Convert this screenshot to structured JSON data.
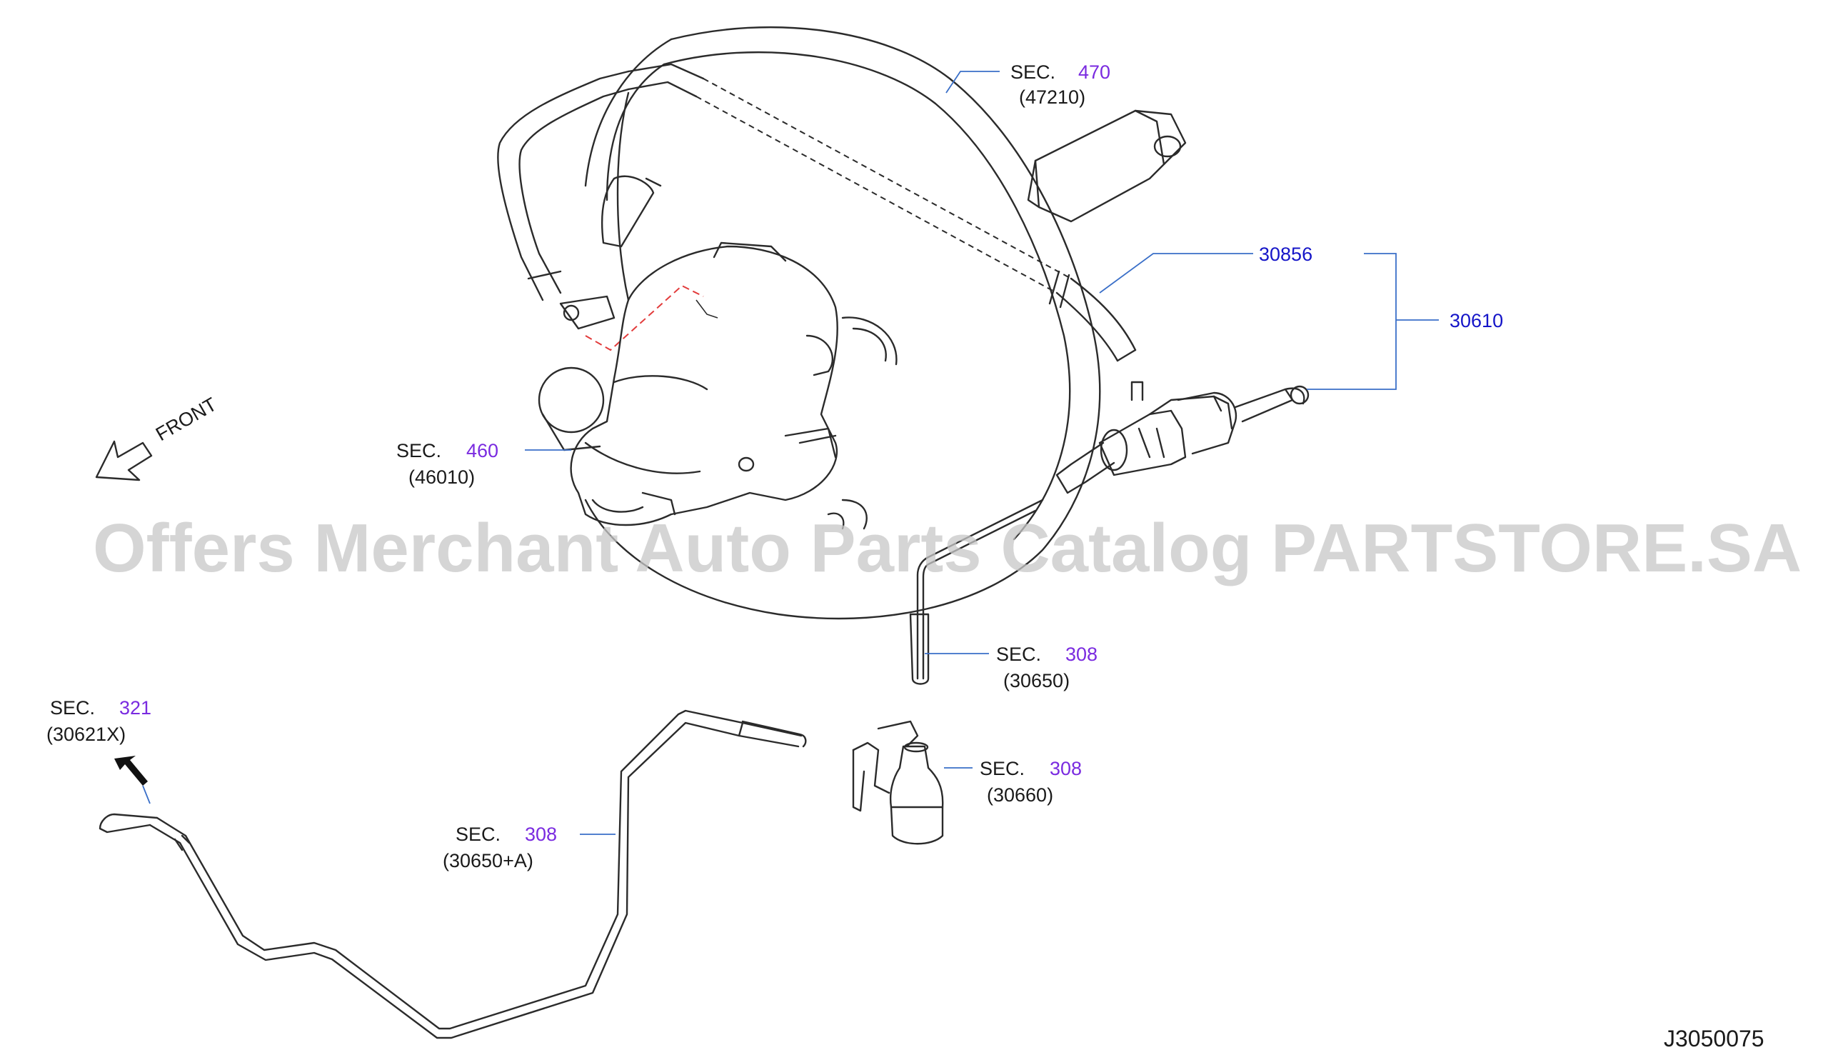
{
  "watermark": "Offers Merchant Auto Parts Catalog PARTSTORE.SA",
  "diagram_id": "J3050075",
  "front": "FRONT",
  "callouts": {
    "sec470": {
      "sec": "SEC.",
      "num": "470",
      "ref": "(47210)"
    },
    "sec460": {
      "sec": "SEC.",
      "num": "460",
      "ref": "(46010)"
    },
    "sec308a": {
      "sec": "SEC.",
      "num": "308",
      "ref": "(30650)"
    },
    "sec308b": {
      "sec": "SEC.",
      "num": "308",
      "ref": "(30660)"
    },
    "sec308c": {
      "sec": "SEC.",
      "num": "308",
      "ref": "(30650+A)"
    },
    "sec321": {
      "sec": "SEC.",
      "num": "321",
      "ref": "(30621X)"
    }
  },
  "parts": {
    "p30856": "30856",
    "p30610": "30610"
  },
  "colors": {
    "line": "#2b2b2b",
    "leader": "#3a6fc8",
    "section_number": "#7a2be0",
    "part_number": "#1515c8",
    "hidden_line": "#e23b3b"
  }
}
